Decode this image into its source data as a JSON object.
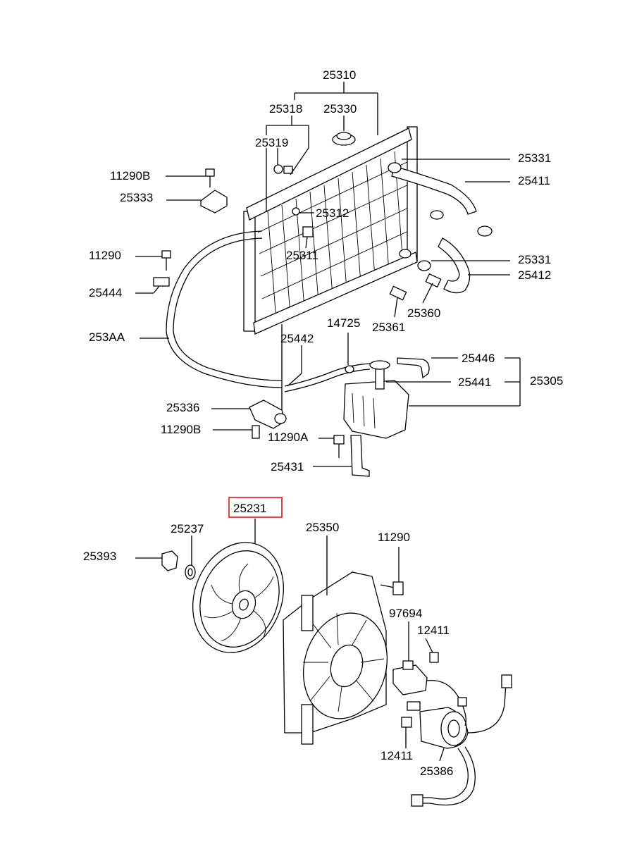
{
  "highlight_color": "#e0302a",
  "labels": {
    "p25310": "25310",
    "p25318": "25318",
    "p25330": "25330",
    "p25319": "25319",
    "p11290B_top": "11290B",
    "p25333": "25333",
    "p25312": "25312",
    "p25311": "25311",
    "p11290_left": "11290",
    "p25444": "25444",
    "p253AA": "253AA",
    "p25331_top": "25331",
    "p25411": "25411",
    "p25331_mid": "25331",
    "p25412": "25412",
    "p25360": "25360",
    "p25361": "25361",
    "p14725": "14725",
    "p25442": "25442",
    "p25446": "25446",
    "p25441": "25441",
    "p25305": "25305",
    "p25336": "25336",
    "p11290B_low": "11290B",
    "p11290A": "11290A",
    "p25431": "25431",
    "p25231": "25231",
    "p25237": "25237",
    "p25393": "25393",
    "p25350": "25350",
    "p11290_fan": "11290",
    "p97694": "97694",
    "p12411_top": "12411",
    "p12411_low": "12411",
    "p25386": "25386"
  }
}
